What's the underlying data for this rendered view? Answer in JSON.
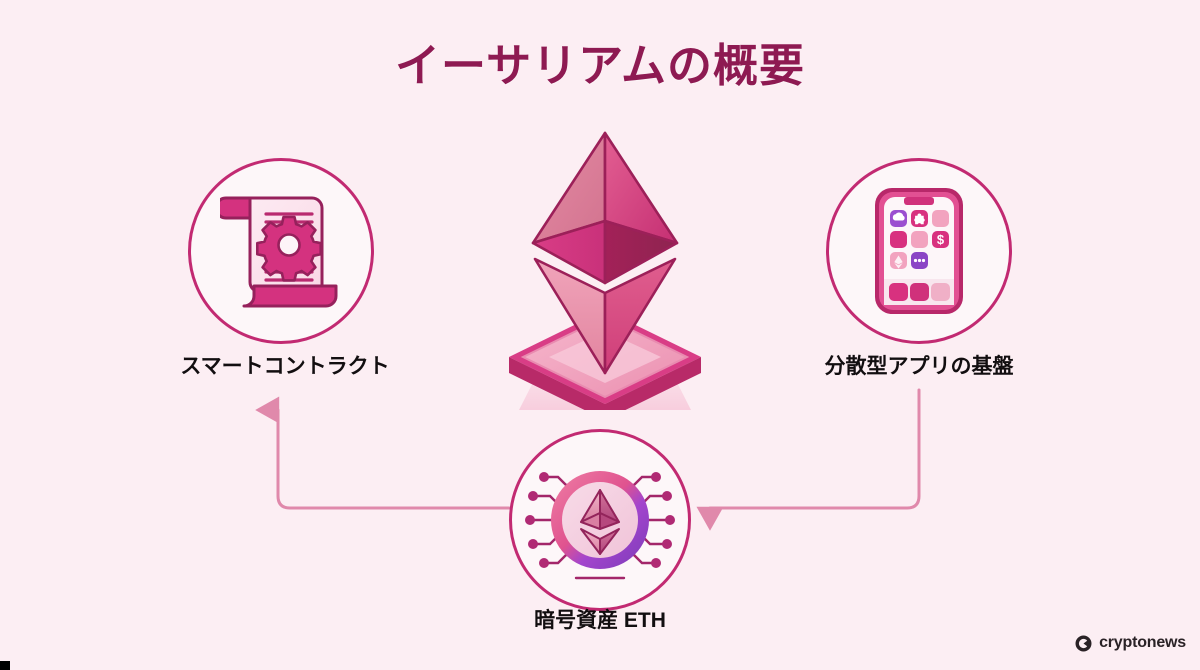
{
  "page": {
    "title": "イーサリアムの概要",
    "background_color": "#fceef3",
    "title_color": "#8e1a52",
    "accent_color": "#c22a72",
    "connector_color": "#d9789f"
  },
  "nodes": [
    {
      "id": "smart-contract",
      "label": "スマートコントラクト",
      "icon": "contract-scroll-gear-icon"
    },
    {
      "id": "dapp-platform",
      "label": "分散型アプリの基盤",
      "icon": "smartphone-apps-icon"
    },
    {
      "id": "eth-asset",
      "label": "暗号資産 ETH",
      "icon": "ethereum-coin-circuit-icon"
    }
  ],
  "center": {
    "icon": "ethereum-3d-diamond-icon",
    "name": "ethereum-logo"
  },
  "connectors": [
    {
      "id": "center-to-left",
      "type": "line",
      "direction": "none"
    },
    {
      "id": "center-to-right",
      "type": "line",
      "direction": "none"
    },
    {
      "id": "eth-to-contract",
      "type": "arrow",
      "direction": "up"
    },
    {
      "id": "dapp-to-eth",
      "type": "arrow",
      "direction": "left"
    }
  ],
  "footer": {
    "brand": "cryptonews",
    "logo_icon": "cryptonews-mark-icon"
  }
}
